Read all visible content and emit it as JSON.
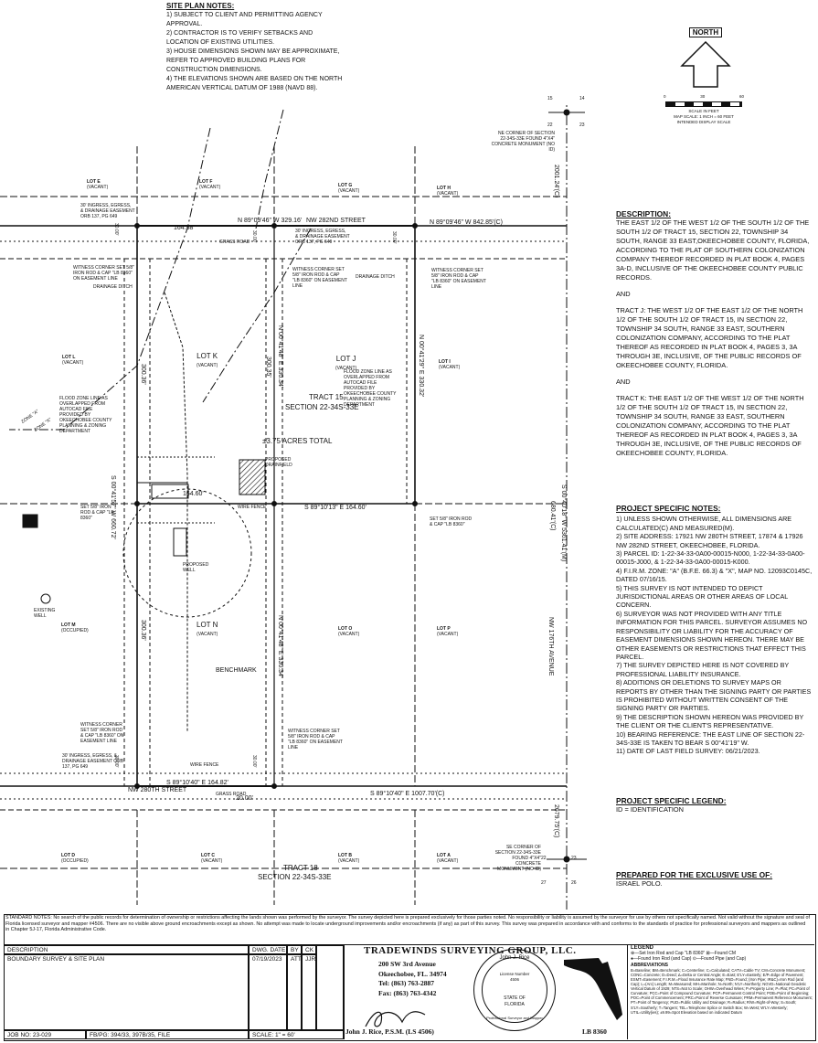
{
  "site_plan_notes": {
    "title": "SITE PLAN NOTES:",
    "lines": [
      "1) SUBJECT TO CLIENT AND PERMITTING AGENCY",
      "APPROVAL.",
      "2) CONTRACTOR IS TO VERIFY SETBACKS AND",
      "LOCATION OF EXISTING UTILITIES.",
      "3) HOUSE DIMENSIONS SHOWN MAY BE APPROXIMATE,",
      "REFER TO APPROVED BUILDING PLANS FOR",
      "CONSTRUCTION DIMENSIONS.",
      "4) THE ELEVATIONS SHOWN ARE BASED ON THE NORTH",
      "AMERICAN VERTICAL DATUM OF 1988 (NAVD 88)."
    ]
  },
  "north": {
    "label": "NORTH",
    "scale_text": [
      "SCALE IN FEET",
      "MAP SCALE: 1 INCH = 60 FEET",
      "INTENDED DISPLAY SCALE"
    ],
    "scale_ticks": [
      "0",
      "30",
      "60"
    ]
  },
  "description": {
    "title": "DESCRIPTION:",
    "paragraphs": [
      "THE EAST 1/2 OF THE WEST 1/2 OF THE SOUTH 1/2 OF THE SOUTH 1/2 OF TRACT 15, SECTION 22, TOWNSHIP 34 SOUTH, RANGE 33 EAST,OKEECHOBEE COUNTY, FLORIDA, ACCORDING TO THE PLAT OF SOUTHERN COLONIZATION COMPANY THEREOF RECORDED IN PLAT BOOK 4, PAGES 3A-D, INCLUSIVE OF THE OKEECHOBEE COUNTY PUBLIC RECORDS.",
      "AND",
      "TRACT J: THE WEST 1/2 OF THE EAST 1/2 OF THE NORTH 1/2 OF THE SOUTH 1/2 OF TRACT 15, IN SECTION 22, TOWNSHIP 34 SOUTH, RANGE 33 EAST, SOUTHERN COLONIZATION COMPANY, ACCORDING TO THE PLAT THEREOF AS RECORDED IN PLAT BOOK 4, PAGES 3, 3A THROUGH 3E, INCLUSIVE, OF THE PUBLIC RECORDS OF OKEECHOBEE COUNTY, FLORIDA.",
      "AND",
      "TRACT K: THE EAST 1/2 OF THE WEST 1/2 OF THE NORTH 1/2 OF THE SOUTH 1/2 OF TRACT 15, IN SECTION 22, TOWNSHIP 34 SOUTH, RANGE 33 EAST, SOUTHERN COLONIZATION COMPANY, ACCORDING TO THE PLAT THEREOF AS RECORDED IN PLAT BOOK 4, PAGES 3, 3A THROUGH 3E, INCLUSIVE, OF THE PUBLIC RECORDS OF OKEECHOBEE COUNTY, FLORIDA."
    ]
  },
  "project_notes": {
    "title": "PROJECT SPECIFIC NOTES:",
    "lines": [
      "1) UNLESS SHOWN OTHERWISE, ALL DIMENSIONS ARE CALCULATED(C) AND MEASURED(M).",
      "2) SITE ADDRESS: 17921 NW 280TH STREET, 17874 & 17926 NW 282ND STREET, OKEECHOBEE, FLORIDA.",
      "3) PARCEL ID: 1-22-34-33-0A00-00015-N000, 1-22-34-33-0A00-00015-J000, & 1-22-34-33-0A00-00015-K000.",
      "4) F.I.R.M. ZONE: \"A\" (B.F.E. 66.3) & \"X\", MAP NO. 12093C0145C, DATED 07/16/15.",
      "5) THIS SURVEY IS NOT INTENDED TO DEPICT JURISDICTIONAL AREAS OR OTHER AREAS OF LOCAL CONCERN.",
      "6) SURVEYOR WAS NOT PROVIDED WITH ANY TITLE INFORMATION FOR THIS PARCEL. SURVEYOR ASSUMES NO RESPONSIBILITY OR LIABILITY FOR THE ACCURACY OF EASEMENT DIMENSIONS SHOWN HEREON. THERE MAY BE OTHER EASEMENTS OR RESTRICTIONS THAT EFFECT THIS PARCEL.",
      "7) THE SURVEY DEPICTED HERE IS NOT COVERED BY PROFESSIONAL LIABILITY INSURANCE.",
      "8) ADDITIONS OR DELETIONS TO SURVEY MAPS OR REPORTS BY OTHER THAN THE SIGNING PARTY OR PARTIES IS PROHIBITED WITHOUT WRITTEN CONSENT OF THE SIGNING PARTY OR PARTIES.",
      "9) THE DESCRIPTION SHOWN HEREON WAS PROVIDED BY THE CLIENT OR THE CLIENT'S REPRESENTATIVE.",
      "10) BEARING REFERENCE: THE EAST LINE OF SECTION 22-34S-33E IS TAKEN TO BEAR S 00°41'19\" W.",
      "11) DATE OF LAST FIELD SURVEY: 06/21/2023."
    ]
  },
  "legend_heading": {
    "title": "PROJECT SPECIFIC LEGEND:",
    "line": "ID = IDENTIFICATION"
  },
  "prepared": {
    "title": "PREPARED FOR THE EXCLUSIVE USE OF:",
    "name": "ISRAEL POLO."
  },
  "plan": {
    "street_north": "NW 282ND STREET",
    "street_south": "NW 280TH STREET",
    "avenue": "NW 176TH AVENUE",
    "tract15": "TRACT 15",
    "section": "SECTION 22-34S-33E",
    "tract18": "TRACT 18",
    "section18": "SECTION 22-34S-33E",
    "acres": "±3.75 ACRES TOTAL",
    "north_brg1": "N 89°09'46\" W 329.16'",
    "north_brg2": "N 89°09'46\" W 842.85'(C)",
    "south_brg1": "S 89°10'40\" E 164.82'",
    "south_brg2": "S 89°10'40\" E 1007.70'(C)",
    "mid_brg": "S 89°10'13\" E 164.60'",
    "dim_16458": "164.58'",
    "dim_16460": "164.60'",
    "left_brg": "S 00°41'57\" W 660.72'",
    "east_brg": "S 00°40'18\" W 5361.41'(M)",
    "dim_68041": "680.41'(C)",
    "dim_200124": "2001.24'(C)",
    "dim_267975": "2679.75'(C)",
    "dim_30036": "300.36'",
    "dim_30036b": "300.36'",
    "dim_33034": "N 00°41'48\" E 330.34'",
    "dim_33032": "N 00°41'29\" E 330.32'",
    "dim_33034b": "N 00°41'48\" E 330.34'",
    "dim_30035": "300.35'",
    "dim_2000": "20.00'",
    "dim_3000": [
      "30.00'",
      "30.00'",
      "30.00'",
      "30.00'",
      "30.00'"
    ],
    "lots": [
      {
        "name": "LOT E",
        "sub": "(VACANT)"
      },
      {
        "name": "LOT F",
        "sub": "(VACANT)"
      },
      {
        "name": "LOT G",
        "sub": "(VACANT)"
      },
      {
        "name": "LOT H",
        "sub": "(VACANT)"
      },
      {
        "name": "LOT L",
        "sub": "(VACANT)"
      },
      {
        "name": "LOT K",
        "sub": "(VACANT)"
      },
      {
        "name": "LOT J",
        "sub": "(VACANT)"
      },
      {
        "name": "LOT I",
        "sub": "(VACANT)"
      },
      {
        "name": "LOT M",
        "sub": "(OCCUPIED)"
      },
      {
        "name": "LOT N",
        "sub": "(VACANT)"
      },
      {
        "name": "LOT O",
        "sub": "(VACANT)"
      },
      {
        "name": "LOT P",
        "sub": "(VACANT)"
      },
      {
        "name": "LOT D",
        "sub": "(OCCUPIED)"
      },
      {
        "name": "LOT C",
        "sub": "(VACANT)"
      },
      {
        "name": "LOT B",
        "sub": "(VACANT)"
      },
      {
        "name": "LOT A",
        "sub": "(VACANT)"
      }
    ],
    "section_corners": {
      "tr": [
        "15",
        "14",
        "22",
        "23"
      ],
      "br": [
        "22",
        "23",
        "27",
        "26"
      ]
    },
    "benchmark": "BENCHMARK",
    "proposed_well": "PROPOSED WELL",
    "drainfield": "PROPOSED DRAINFIELD",
    "zone_a": "ZONE \"A\"",
    "zone_x": "ZONE \"X\"",
    "grass_road": "GRASS ROAD",
    "wire_fence": "WIRE FENCE",
    "drainage_ditch": "DRAINAGE DITCH",
    "existing_well": "EXISTING WELL",
    "flood_zone_note": "FLOOD ZONE LINE AS OVERLAPPED FROM AUTOCAD FILE PROVIDED BY OKEECHOBEE COUNTY PLANNING & ZONING DEPARTMENT",
    "easement_note": "30' INGRESS, EGRESS, & DRAINAGE EASEMENT ORB 137, PG 649",
    "witness": "WITNESS CORNER SET 5/8\" IRON ROD & CAP \"LB 8360\" ON EASEMENT LINE",
    "set_rod": "SET 5/8\" IRON ROD & CAP \"LB 8360\"",
    "corner_note": "NE CORNER OF SECTION 22-34S-33E FOUND 4\"X4\" CONCRETE MONUMENT (NO ID)",
    "corner_note2": "SE CORNER OF SECTION 22-34S-33E FOUND 4\"X4\" CONCRETE MONUMENT (NO ID)"
  },
  "footer": {
    "standard_notes": "STANDARD NOTES: No search of the public records for determination of ownership or restrictions affecting the lands shown was performed by the surveyor. The survey depicted here is prepared exclusively for those parties noted. No responsibility or liability is assumed by the surveyor for use by others not specifically named. Not valid without the signature and seal of Florida licensed surveyor and mapper #4506. There are no visible above ground encroachments except as shown. No attempt was made to locate underground improvements and/or encroachments (if any) as part of this survey. This survey was prepared in accordance with and conforms to the standards of practice for professional surveyors and mappers as outlined in Chapter 5J-17, Florida Administrative Code.",
    "col_description": "DESCRIPTION",
    "col_dwg": "DWG. DATE",
    "col_by": "BY",
    "col_ck": "CK",
    "row_description": "BOUNDARY SURVEY & SITE PLAN",
    "row_date": "07/19/2023",
    "row_by": "ATT",
    "row_ck": "JJR",
    "job_label": "JOB NO:",
    "job_no": "23-029",
    "fbpg_label": "FB/PG:",
    "fbpg": "394/33, 397B/35, FILE",
    "scale_label": "SCALE:",
    "scale": "1\" = 60'",
    "company": "TRADEWINDS SURVEYING GROUP, LLC.",
    "address": [
      "200 SW 3rd Avenue",
      "Okeechobee, FL. 34974",
      "Tel: (863) 763-2887",
      "Fax: (863) 763-4342"
    ],
    "signer": "John J. Rice, P.S.M. (LS 4506)",
    "lb": "LB 8360",
    "seal": [
      "John J. Rice",
      "License Number",
      "4506",
      "STATE OF",
      "FLORIDA",
      "Professional Surveyor and Mapper"
    ],
    "legend_title": "LEGEND",
    "legend_lines": [
      "⊕—Set Iron Rod and Cap \"LB 8360\"   ⊠—Found CM",
      "●—Found Iron Rod (and Cap)   ⊙—Found Pipe (and Cap)",
      "ABBREVIATIONS",
      "B=Baseline; BM=Benchmark; C=Centerline; C=Calculated; CATV=Cable TV; CM=Concrete Monument; CONC=Concrete; D=Deed; Δ=Delta or Central Angle; E=East; E'LY=Easterly; E/P=Edge of Pavement; ESMT=Easement; F.I.R.M.=Flood Insurance Rate Map; FND=Found; (Iron Pipe; IR&C)=Iron Rod (and Cap); L=(Arc) Length; M=Measured; MH=Manhole; N=North; N'LY=Northerly; NGVD=National Geodetic Vertical Datum of 1929; NTS=Not to Scale; OHW=Overhead Wires; P=Property Line; P=Plat; PC=Point of Curvature; PCC=Point of Compound Curvature; PCP=Permanent Control Point; POB=Point of Beginning; POC=Point of Commencement; PRC=Point of Reverse Curvature; PRM=Permanent Reference Monument; PT=Point of Tangency; PUD=Public Utility and Drainage; R=Radius; R/W=Right-of-Way; S=South; S'LY=Southerly; T=Tangent; TEL=Telephone Splice or Switch Box; W=West; W'LY=Westerly; UTIL=Utility(ies); ±9.99=Spot Elevation based on indicated Datum"
    ]
  }
}
